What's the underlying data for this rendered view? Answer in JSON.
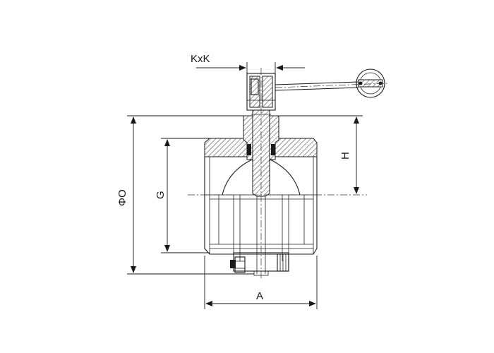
{
  "labels": {
    "kxk": "KxK",
    "o": "ΦO",
    "g": "G",
    "h": "H",
    "a": "A"
  },
  "colors": {
    "line": "#1a1a1a",
    "background": "#ffffff"
  }
}
